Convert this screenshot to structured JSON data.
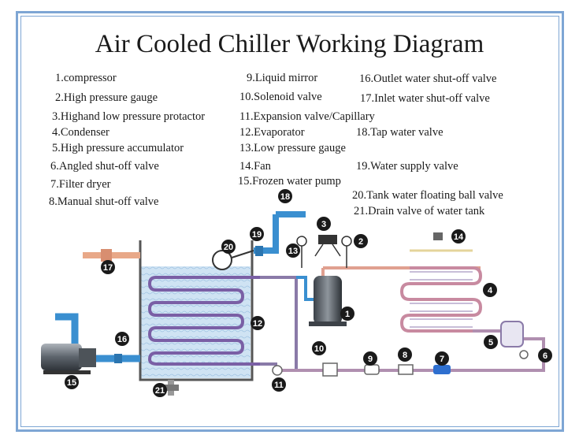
{
  "title": "Air Cooled Chiller Working Diagram",
  "legend": [
    {
      "number": "1",
      "label": "1.compressor"
    },
    {
      "number": "2",
      "label": "2.High pressure gauge"
    },
    {
      "number": "3",
      "label": "3.Highand low pressure protactor"
    },
    {
      "number": "4",
      "label": "4.Condenser"
    },
    {
      "number": "5",
      "label": "5.High pressure accumulator"
    },
    {
      "number": "6",
      "label": "6.Angled shut-off valve"
    },
    {
      "number": "7",
      "label": "7.Filter dryer"
    },
    {
      "number": "8",
      "label": "8.Manual shut-off valve"
    },
    {
      "number": "9",
      "label": "9.Liquid mirror"
    },
    {
      "number": "10",
      "label": "10.Solenoid valve"
    },
    {
      "number": "11",
      "label": "11.Expansion valve/Capillary"
    },
    {
      "number": "12",
      "label": "12.Evaporator"
    },
    {
      "number": "13",
      "label": "13.Low pressure gauge"
    },
    {
      "number": "14",
      "label": "14.Fan"
    },
    {
      "number": "15",
      "label": "15.Frozen water pump"
    },
    {
      "number": "16",
      "label": "16.Outlet water shut-off valve"
    },
    {
      "number": "17",
      "label": "17.Inlet water shut-off valve"
    },
    {
      "number": "18",
      "label": "18.Tap water valve"
    },
    {
      "number": "19",
      "label": "19.Water supply valve"
    },
    {
      "number": "20",
      "label": "20.Tank water floating ball valve"
    },
    {
      "number": "21",
      "label": "21.Drain valve of water tank"
    }
  ],
  "colors": {
    "border": "#7ea6d4",
    "water_pipe": "#3a8fd0",
    "refrigerant_pipe": "#8a7aa8",
    "hot_pipe": "#e0a090",
    "marker": "#1a1a1a",
    "water": "#cfe3f3"
  }
}
